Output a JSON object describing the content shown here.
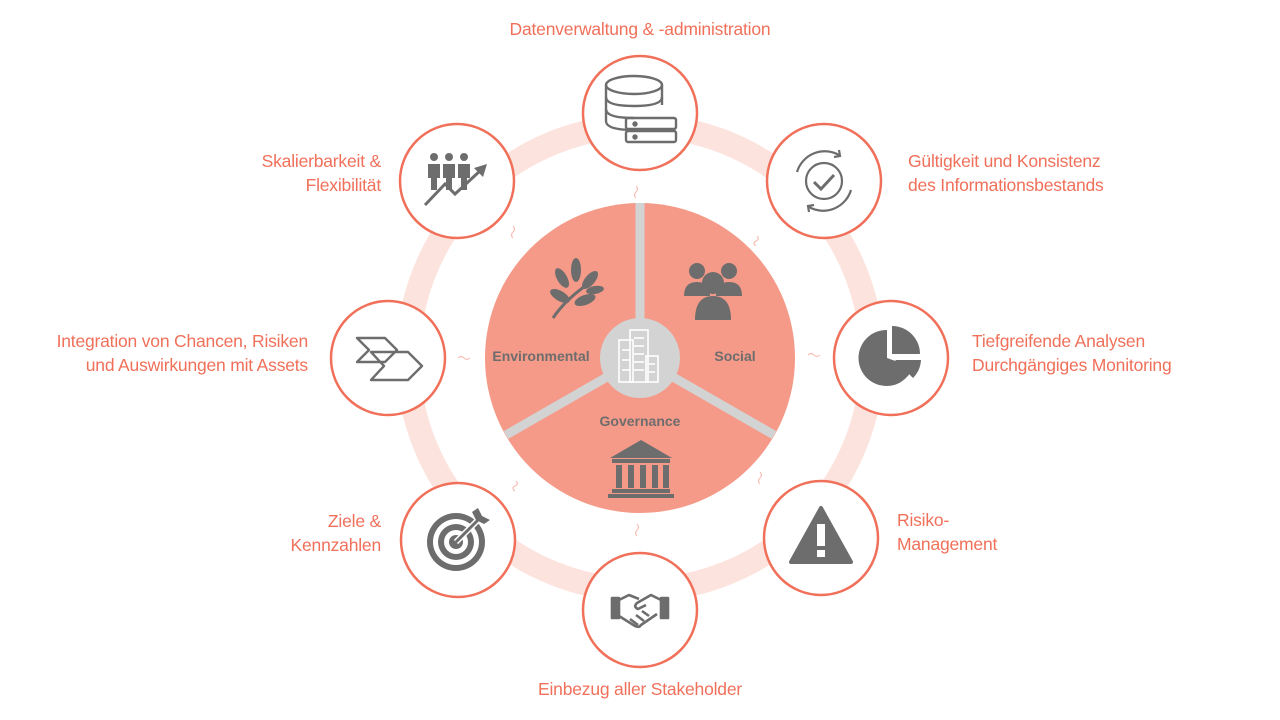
{
  "center": {
    "environmental": "Environmental",
    "social": "Social",
    "governance": "Governance"
  },
  "nodes": {
    "top": {
      "line1": "Datenverwaltung & -administration"
    },
    "top_right": {
      "line1": "Gültigkeit und Konsistenz",
      "line2": "des Informationsbestands"
    },
    "right": {
      "line1": "Tiefgreifende Analysen",
      "line2": "Durchgängiges Monitoring"
    },
    "bottom_right": {
      "line1": "Risiko-",
      "line2": "Management"
    },
    "bottom": {
      "line1": "Einbezug aller Stakeholder"
    },
    "bottom_left": {
      "line1": "Ziele &",
      "line2": "Kennzahlen"
    },
    "left": {
      "line1": "Integration von Chancen, Risiken",
      "line2": "und Auswirkungen mit Assets"
    },
    "top_left": {
      "line1": "Skalierbarkeit &",
      "line2": "Flexibilität"
    }
  },
  "colors": {
    "accent": "#f0705a",
    "ring": "#fde3dd",
    "center_fill": "#f59a88",
    "icon_gray": "#6d6d6d",
    "divider": "#d3d3d3"
  }
}
